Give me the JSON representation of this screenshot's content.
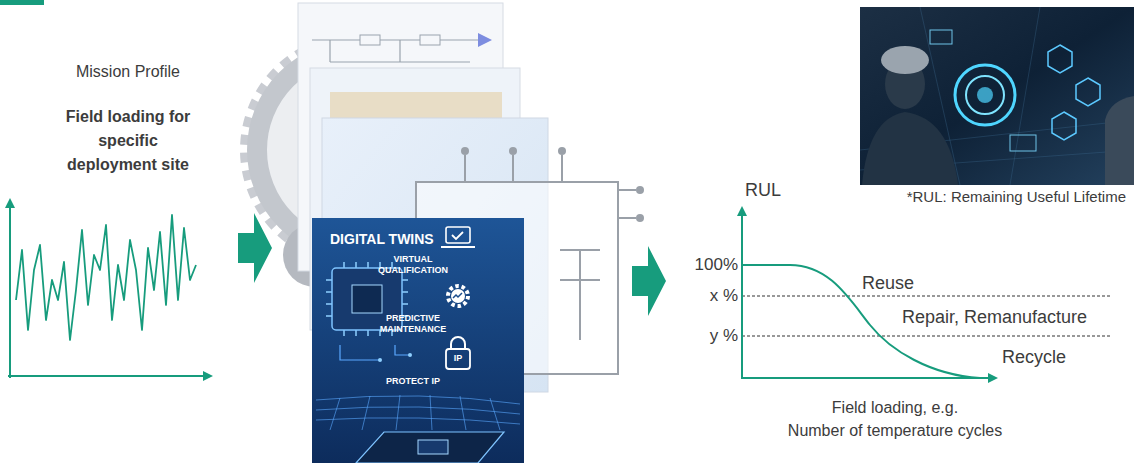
{
  "diagram": {
    "nodes": [
      {
        "text": [
          "DIGITAL TWINS",
          "VIRTUAL QUALIFICATION",
          "PREDICTIVE MAINTENANCE",
          "PROTECT IP"
        ]
      }
    ],
    "labels": [
      "Mission Profile",
      "Field loading for specific deployment site",
      "IP",
      "RUL",
      "100%",
      "x %",
      "y %",
      "Reuse",
      "Repair, Remanufacture",
      "Recycle",
      "Field loading, e.g. Number of temperature cycles",
      "*RUL: Remaining Useful Lifetime"
    ]
  }
}
